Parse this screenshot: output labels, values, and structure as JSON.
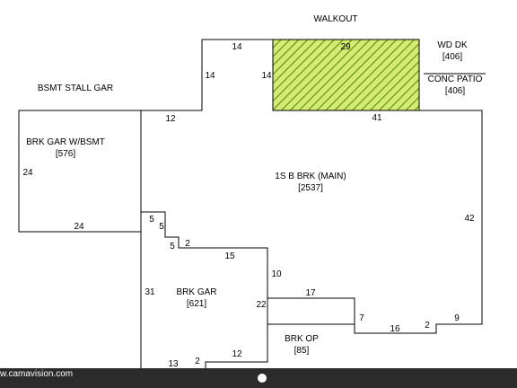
{
  "sketch": {
    "labels": {
      "walkout": "WALKOUT",
      "bsmt_stall_gar": "BSMT STALL GAR",
      "wd_dk": "WD DK",
      "wd_dk_area": "[406]",
      "conc_patio": "CONC PATIO",
      "conc_patio_area": "[406]",
      "brk_gar_wbsmt": "BRK GAR W/BSMT",
      "brk_gar_wbsmt_area": "[576]",
      "main": "1S B BRK (MAIN)",
      "main_area": "[2537]",
      "brk_gar": "BRK GAR",
      "brk_gar_area": "[621]",
      "brk_op": "BRK OP",
      "brk_op_area": "[85]"
    },
    "dimensions": {
      "deck_top": "14",
      "deck_left_upper": "14",
      "deck_left_lower": "14",
      "deck_width": "29",
      "right_top": "41",
      "right_side": "42",
      "left_top": "12",
      "gar_bsmt_side": "24",
      "gar_bsmt_bottom": "24",
      "step1": "5",
      "step2": "5",
      "step3": "5",
      "step4": "2",
      "gar_top": "15",
      "gar_right_upper": "10",
      "gar_left": "31",
      "gar_right_lower": "22",
      "op_top": "17",
      "op_right": "7",
      "bot_16": "16",
      "bot_2": "2",
      "bot_9": "9",
      "gar_bottom_13": "13",
      "gar_bottom_2": "2",
      "gar_bottom_12": "12"
    },
    "colors": {
      "hatch_fill": "#d4ec72",
      "hatch_line": "#5e8a14",
      "line": "#000000"
    }
  },
  "footer": {
    "credit": "w.camavision.com"
  }
}
